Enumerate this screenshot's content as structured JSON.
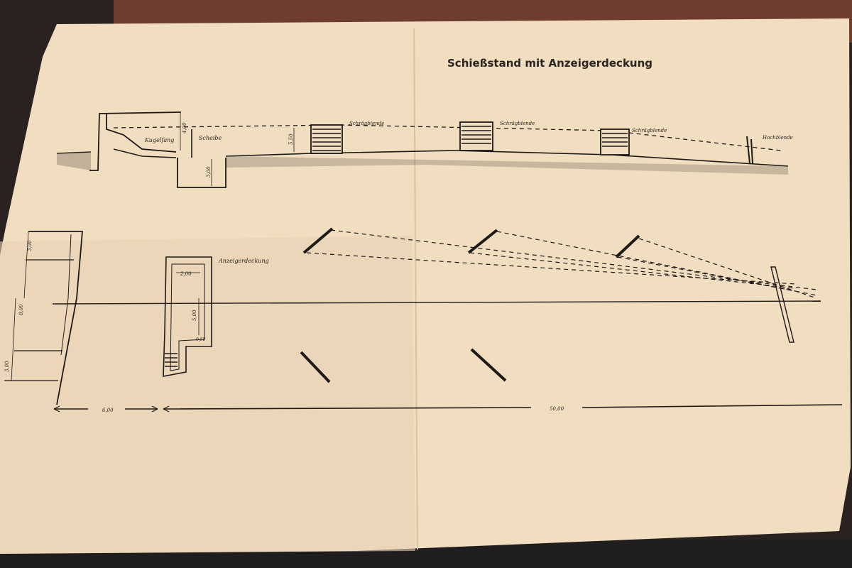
{
  "title": "Schießstand mit Anzeigerdeckung",
  "section_view": {
    "labels": {
      "kugelfang": "Kugelfang",
      "scheibe": "Scheibe",
      "blende_1": "Schrägblende",
      "blende_2": "Schrägblende",
      "blende_3": "Schrägblende",
      "hochblende": "Hochblende"
    },
    "dimensions": {
      "wall_height": "4,00",
      "target_height": "5,50",
      "pit_depth": "3,00"
    }
  },
  "plan_view": {
    "labels": {
      "anzeigerdeckung": "Anzeigerdeckung"
    },
    "dimensions": {
      "left_top": "3,00",
      "left_middle": "8,00",
      "left_bottom": "3,00",
      "cover_width": "2,00",
      "cover_depth": "5,00",
      "cover_small": "0,50",
      "range_near": "6,00",
      "range_far": "50,00"
    }
  },
  "colors": {
    "paper": "#f1ddbf",
    "ink": "#1e1a17",
    "background": "#2a2220"
  }
}
